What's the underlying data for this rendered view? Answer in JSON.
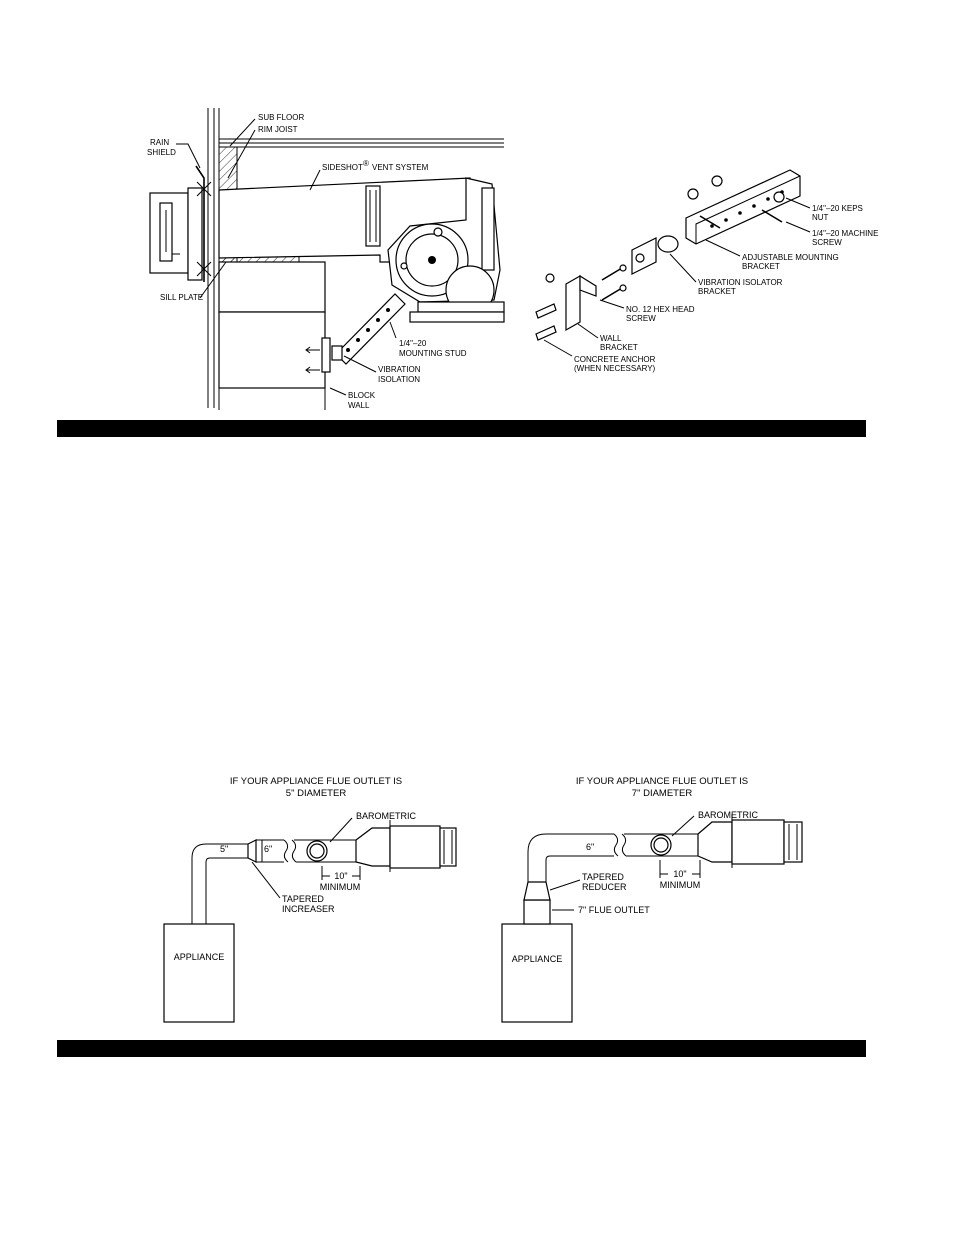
{
  "figure_top": {
    "labels": {
      "sub_floor": "SUB FLOOR",
      "rim_joist": "RIM JOIST",
      "rain_shield_1": "RAIN",
      "rain_shield_2": "SHIELD",
      "sideshot_vent_system": "SIDESHOT",
      "registered_mark": "®",
      "vent_system": "VENT SYSTEM",
      "sill_plate": "SILL PLATE",
      "mounting_stud_1": "1/4\"–20",
      "mounting_stud_2": "MOUNTING STUD",
      "vibration_isolation_1": "VIBRATION",
      "vibration_isolation_2": "ISOLATION",
      "block_wall_1": "BLOCK",
      "block_wall_2": "WALL"
    }
  },
  "figure_hardware": {
    "labels": {
      "keps_nut_1": "1/4\"–20 KEPS",
      "keps_nut_2": "NUT",
      "machine_screw_1": "1/4\"–20 MACHINE",
      "machine_screw_2": "SCREW",
      "adjustable_bracket_1": "ADJUSTABLE MOUNTING",
      "adjustable_bracket_2": "BRACKET",
      "vibration_isolator_1": "VIBRATION ISOLATOR",
      "vibration_isolator_2": "BRACKET",
      "hex_screw_1": "NO. 12 HEX HEAD",
      "hex_screw_2": "SCREW",
      "wall_bracket_1": "WALL",
      "wall_bracket_2": "BRACKET",
      "concrete_anchor_1": "CONCRETE ANCHOR",
      "concrete_anchor_2": "(WHEN NECESSARY)"
    }
  },
  "figure_left": {
    "title_1": "IF YOUR APPLIANCE FLUE OUTLET IS",
    "title_2": "5\" DIAMETER",
    "barometric": "BAROMETRIC",
    "pipe_5": "5\"",
    "pipe_6": "6\"",
    "ten_inch": "10\"",
    "minimum": "MINIMUM",
    "tapered_1": "TAPERED",
    "tapered_2": "INCREASER",
    "appliance": "APPLIANCE"
  },
  "figure_right": {
    "title_1": "IF YOUR APPLIANCE FLUE OUTLET IS",
    "title_2": "7\" DIAMETER",
    "barometric": "BAROMETRIC",
    "pipe_6": "6\"",
    "ten_inch": "10\"",
    "minimum": "MINIMUM",
    "tapered_1": "TAPERED",
    "tapered_2": "REDUCER",
    "flue_outlet": "7\" FLUE OUTLET",
    "appliance": "APPLIANCE"
  }
}
